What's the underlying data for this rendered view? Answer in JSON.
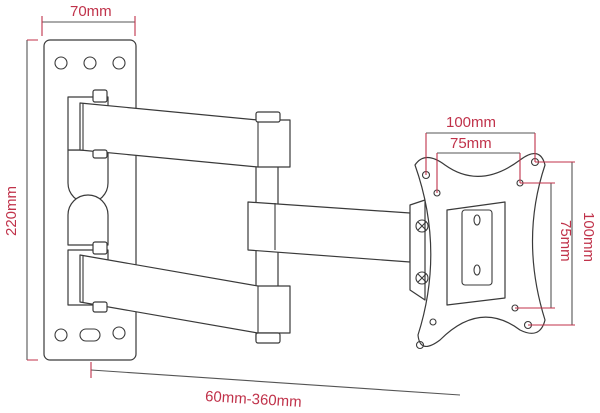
{
  "diagram": {
    "subject": "Articulating TV wall mount bracket",
    "accent_color": "#c0324a",
    "line_color": "#3a3a3a",
    "dimensions": {
      "wall_plate_width": "70mm",
      "wall_plate_height": "220mm",
      "vesa_horizontal_outer": "100mm",
      "vesa_horizontal_inner": "75mm",
      "vesa_vertical_outer": "100mm",
      "vesa_vertical_inner": "75mm",
      "extension_range": "60mm-360mm"
    },
    "components": [
      "wall-plate",
      "upper-arm",
      "lower-arm",
      "middle-arm",
      "pivot-column",
      "vesa-plate"
    ]
  }
}
